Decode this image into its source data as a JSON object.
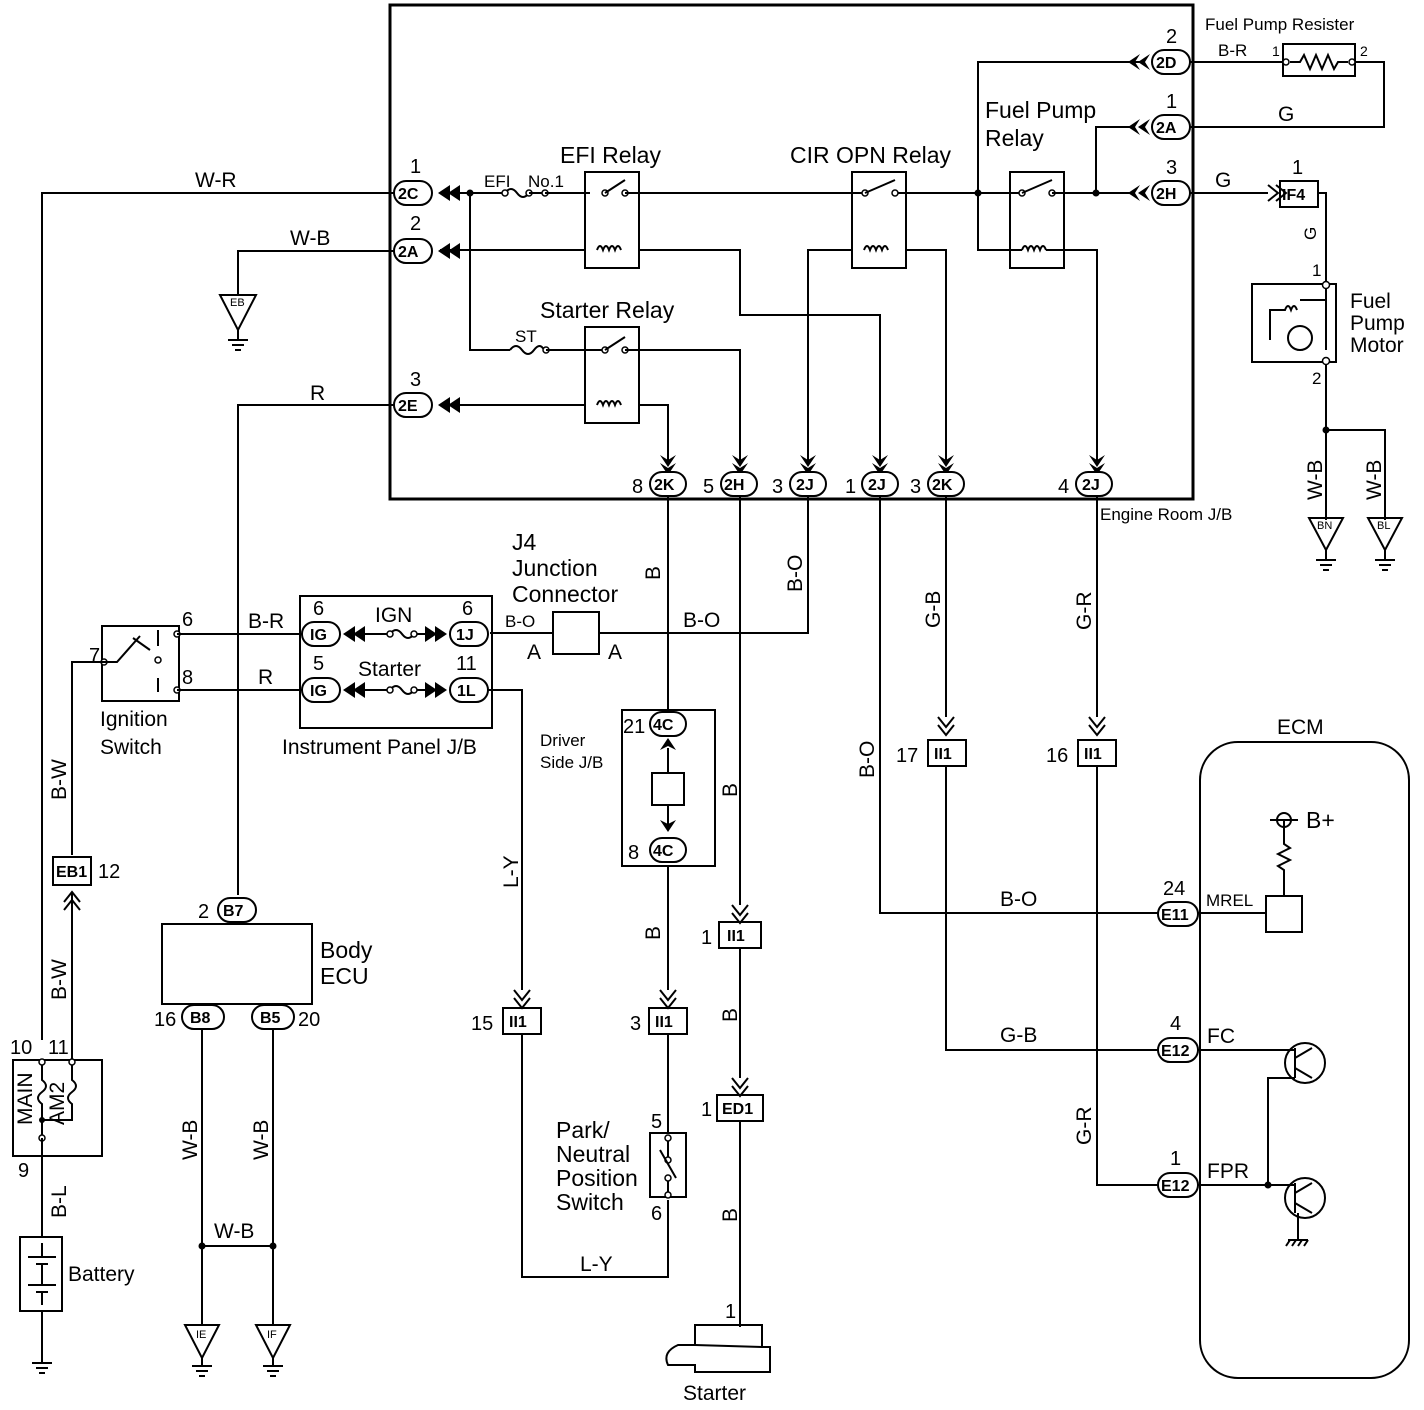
{
  "wires": {
    "wr": "W-R",
    "wb": "W-B",
    "r": "R",
    "br": "B-R",
    "bo": "B-O",
    "b": "B",
    "gb": "G-B",
    "gr": "G-R",
    "ly": "L-Y",
    "bl": "B-L",
    "bw": "B-W",
    "g": "G"
  },
  "components": {
    "efi_relay": "EFI Relay",
    "cir_opn_relay": "CIR OPN Relay",
    "fuel_pump_relay": [
      "Fuel Pump",
      "Relay"
    ],
    "starter_relay": "Starter Relay",
    "fuel_pump_resister": "Fuel Pump Resister",
    "fuel_pump_motor": [
      "Fuel",
      "Pump",
      "Motor"
    ],
    "engine_room_jb": "Engine Room J/B",
    "j4": [
      "J4",
      "Junction",
      "Connector"
    ],
    "instrument_panel_jb": "Instrument Panel J/B",
    "ignition_switch": [
      "Ignition",
      "Switch"
    ],
    "driver_side_jb": [
      "Driver",
      "Side J/B"
    ],
    "body_ecu": [
      "Body",
      "ECU"
    ],
    "park_neutral": [
      "Park/",
      "Neutral",
      "Position",
      "Switch"
    ],
    "battery": "Battery",
    "starter": "Starter",
    "ecm": "ECM",
    "ign": "IGN",
    "starter_fuse": "Starter",
    "efi_fuse": "EFI",
    "no1": "No.1",
    "st": "ST",
    "main": "MAIN",
    "am2": "AM2",
    "bplus": "B+",
    "mrel": "MREL",
    "fc": "FC",
    "fpr": "FPR"
  },
  "connectors": {
    "c2C": "2C",
    "c2A": "2A",
    "c2E": "2E",
    "c2D": "2D",
    "c2H": "2H",
    "c2K": "2K",
    "c2J": "2J",
    "cIF4": "IF4",
    "cIG": "IG",
    "c1J": "1J",
    "c1L": "1L",
    "c4C": "4C",
    "cII1": "II1",
    "cEB1": "EB1",
    "cB7": "B7",
    "cB8": "B8",
    "cB5": "B5",
    "cE11": "E11",
    "cE12": "E12",
    "cED1": "ED1"
  },
  "grounds": {
    "eb": "EB",
    "bn": "BN",
    "bl": "BL",
    "ie": "IE",
    "if": "IF"
  },
  "pins": {
    "p1": "1",
    "p2": "2",
    "p3": "3",
    "p4": "4",
    "p5": "5",
    "p6": "6",
    "p7": "7",
    "p8": "8",
    "p9": "9",
    "p10": "10",
    "p11": "11",
    "p12": "12",
    "p15": "15",
    "p16": "16",
    "p17": "17",
    "p20": "20",
    "p21": "21",
    "p24": "24",
    "pA": "A"
  }
}
